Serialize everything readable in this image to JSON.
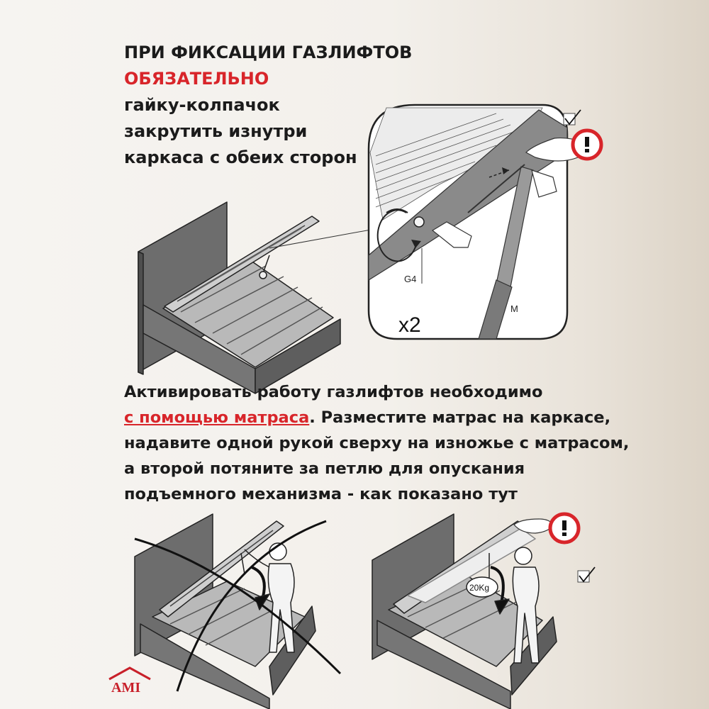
{
  "instruction_top": {
    "line1": "ПРИ ФИКСАЦИИ ГАЗЛИФТОВ",
    "line2": "ОБЯЗАТЕЛЬНО",
    "line3": "гайку-колпачок",
    "line4": "закрутить изнутри",
    "line5": "каркаса с обеих сторон"
  },
  "detail_view": {
    "label_g4": "G4",
    "label_m": "M",
    "label_count": "x2"
  },
  "instruction_mid": {
    "line1": "Активировать работу газлифтов необходимо",
    "line2_red": "с помощью матраса",
    "line2_rest": ". Разместите матрас на каркасе,",
    "line3": "надавите одной рукой сверху на изножье с матрасом,",
    "line4": "а второй потяните за петлю для опускания",
    "line5": "подъемного механизма - как показано тут"
  },
  "correct_scene": {
    "weight_label": "20Kg"
  },
  "logo": {
    "text": "AMI",
    "brand_color": "#c8202a"
  },
  "colors": {
    "warning_red": "#d8252a",
    "text": "#1b1b1b",
    "bed_grey": "#6b6b6b"
  }
}
